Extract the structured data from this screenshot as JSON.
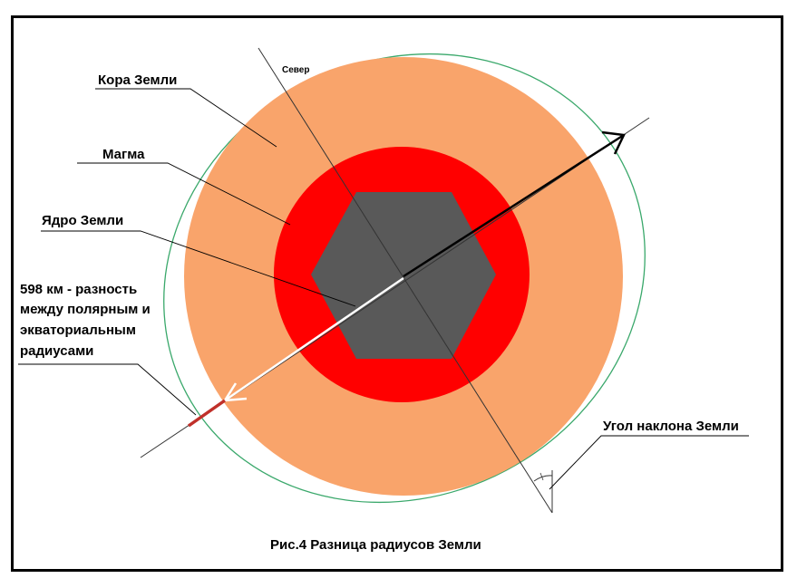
{
  "caption": "Рис.4 Разница радиусов Земли",
  "labels": {
    "crust": "Кора Земли",
    "magma": "Магма",
    "core": "Ядро Земли",
    "north": "Север",
    "tilt": "Угол наклона Земли",
    "difference": [
      "598 км - разность",
      "между полярным и",
      "экваториальным",
      "радиусами"
    ]
  },
  "colors": {
    "crust": "#f9a46b",
    "magma": "#ff0000",
    "core": "#595959",
    "orbit": "#3aa86b",
    "difference_segment": "#c0302a"
  }
}
